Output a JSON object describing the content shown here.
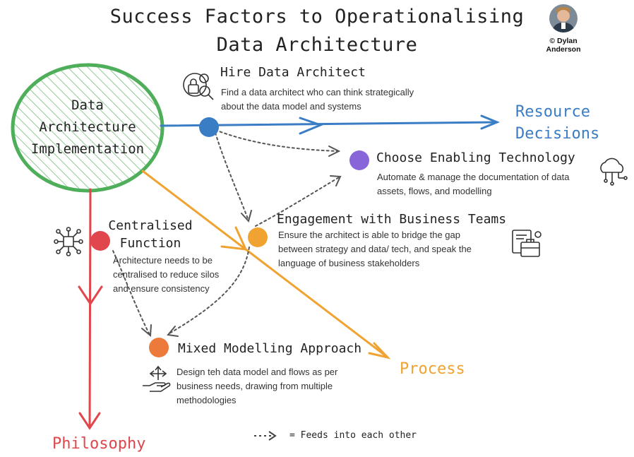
{
  "title": {
    "line1": "Success Factors to Operationalising",
    "line2": "Data Architecture"
  },
  "author": {
    "line1": "© Dylan",
    "line2": "Anderson"
  },
  "hub": {
    "line1": "Data",
    "line2": "Architecture",
    "line3": "Implementation"
  },
  "axes": {
    "resource": {
      "line1": "Resource",
      "line2": "Decisions",
      "color": "#3b7dc4"
    },
    "process": {
      "label": "Process",
      "color": "#f0a330"
    },
    "philosophy": {
      "label": "Philosophy",
      "color": "#e0474c"
    }
  },
  "factors": {
    "hire": {
      "title": "Hire Data Architect",
      "desc1": "Find a data architect who can think strategically",
      "desc2": "about the data model and systems",
      "color": "#3b7dc4",
      "icon": "security-analyst-icon"
    },
    "tech": {
      "title": "Choose Enabling Technology",
      "desc1": "Automate & manage the documentation of data",
      "desc2": "assets, flows, and modelling",
      "color": "#8866d9",
      "icon": "cloud-circuit-icon"
    },
    "engage": {
      "title": "Engagement with Business Teams",
      "desc1": "Ensure the architect is able to bridge the gap",
      "desc2": "between strategy and data/ tech, and speak the",
      "desc3": "language of business stakeholders",
      "color": "#f0a330",
      "icon": "briefcase-document-icon"
    },
    "central": {
      "title1": "Centralised",
      "title2": "Function",
      "desc1": "Architecture needs to be",
      "desc2": "centralised to reduce silos",
      "desc3": "and ensure consistency",
      "color": "#e0474c",
      "icon": "network-hub-icon"
    },
    "mixed": {
      "title": "Mixed Modelling Approach",
      "desc1": "Design teh data model and flows as per",
      "desc2": "business needs, drawing from multiple",
      "desc3": "methodologies",
      "color": "#ec7a3a",
      "icon": "hand-arrows-icon"
    }
  },
  "legend": {
    "label": "= Feeds into each other"
  }
}
